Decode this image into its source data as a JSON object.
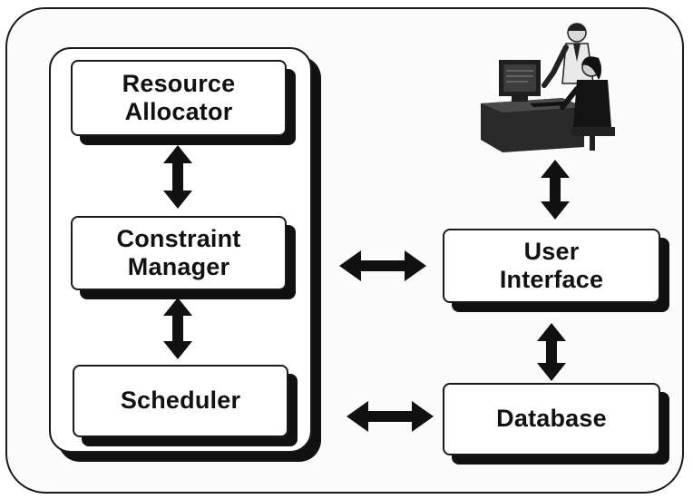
{
  "diagram": {
    "nodes": {
      "resource_allocator": "Resource\nAllocator",
      "constraint_manager": "Constraint\nManager",
      "scheduler": "Scheduler",
      "user_interface": "User\nInterface",
      "database": "Database"
    },
    "colors": {
      "ink": "#111111",
      "box_fill": "#ffffff",
      "background": "#fbfbfb"
    },
    "icons": {
      "users_at_computer": "people-at-workstation-icon"
    }
  }
}
